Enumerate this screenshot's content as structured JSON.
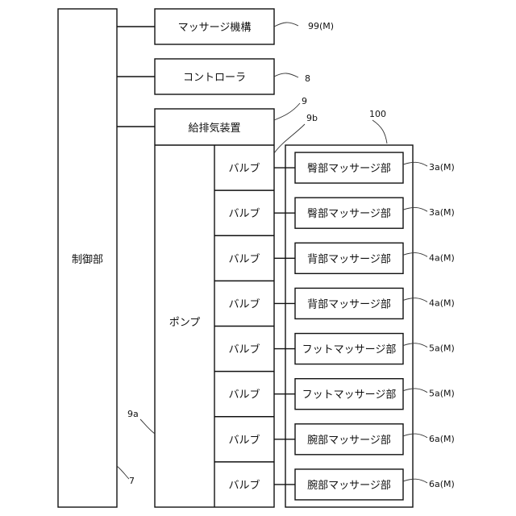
{
  "control_unit": {
    "label": "制御部",
    "ref": "7"
  },
  "massage_mechanism": {
    "label": "マッサージ機構",
    "ref": "99(M)"
  },
  "controller": {
    "label": "コントローラ",
    "ref": "8"
  },
  "air_supply_exhaust": {
    "label": "給排気装置",
    "ref": "9",
    "valve_ref": "9b",
    "pump_ref": "9a"
  },
  "pump": {
    "label": "ポンプ"
  },
  "group_ref": "100",
  "rows": [
    {
      "valve": "バルブ",
      "part": "臀部マッサージ部",
      "ref": "3a(M)"
    },
    {
      "valve": "バルブ",
      "part": "臀部マッサージ部",
      "ref": "3a(M)"
    },
    {
      "valve": "バルブ",
      "part": "背部マッサージ部",
      "ref": "4a(M)"
    },
    {
      "valve": "バルブ",
      "part": "背部マッサージ部",
      "ref": "4a(M)"
    },
    {
      "valve": "バルブ",
      "part": "フットマッサージ部",
      "ref": "5a(M)"
    },
    {
      "valve": "バルブ",
      "part": "フットマッサージ部",
      "ref": "5a(M)"
    },
    {
      "valve": "バルブ",
      "part": "腕部マッサージ部",
      "ref": "6a(M)"
    },
    {
      "valve": "バルブ",
      "part": "腕部マッサージ部",
      "ref": "6a(M)"
    }
  ]
}
